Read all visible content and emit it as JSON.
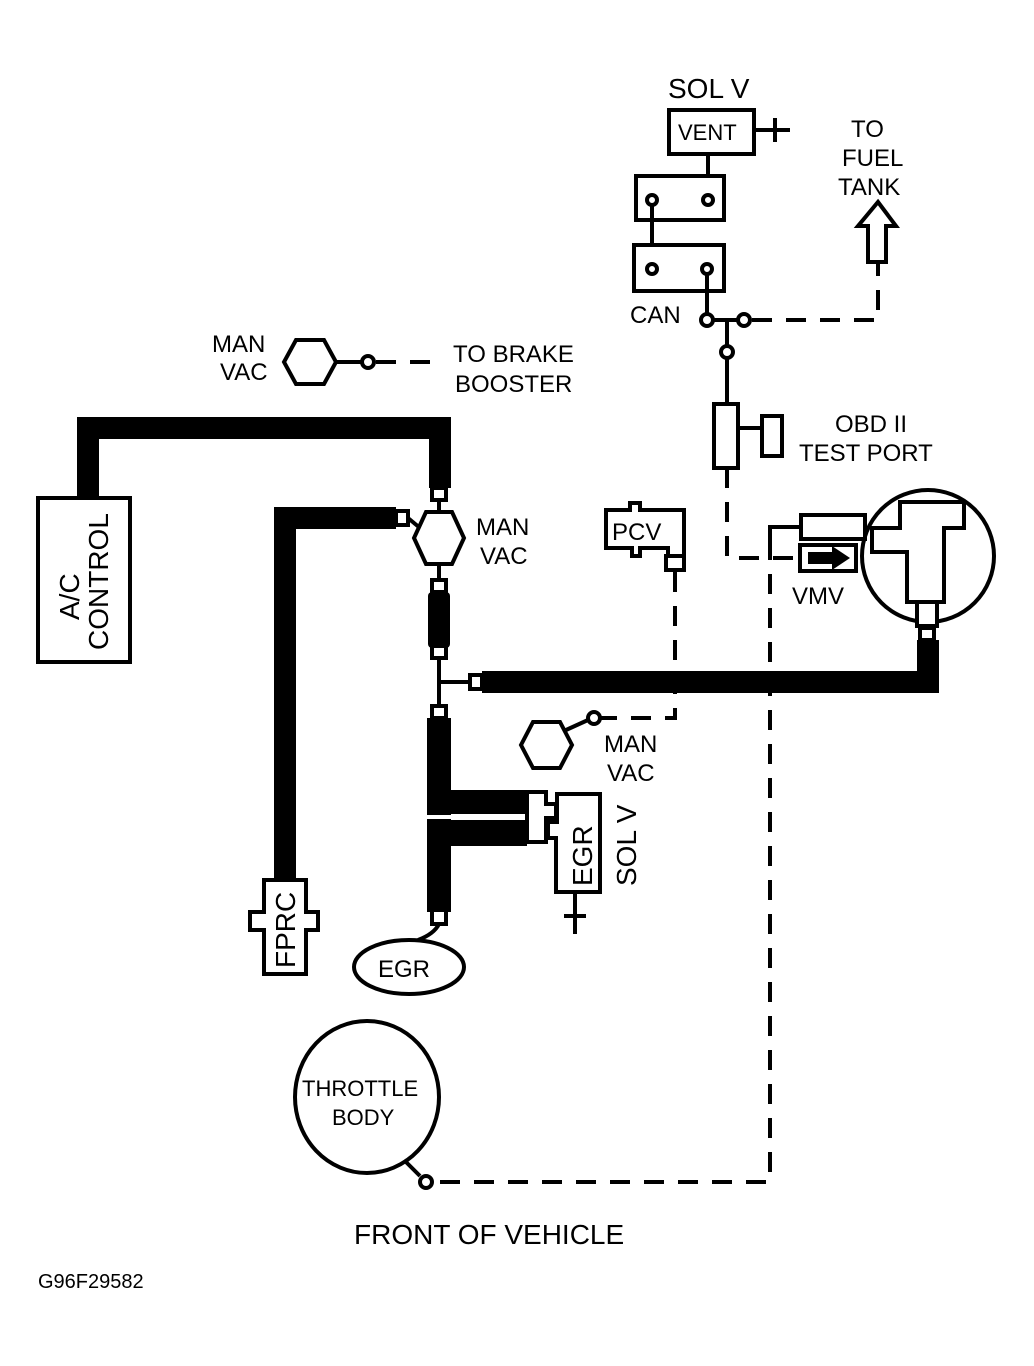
{
  "diagram": {
    "title": "FRONT OF VEHICLE",
    "figure_id": "G96F29582",
    "components": {
      "sol_v_vent_label": "SOL V",
      "vent": "VENT",
      "can": "CAN",
      "to_fuel_tank": [
        "TO",
        "FUEL",
        "TANK"
      ],
      "man_vac_top": [
        "MAN",
        "VAC"
      ],
      "to_brake_booster": [
        "TO BRAKE",
        "BOOSTER"
      ],
      "obd_test_port": [
        "OBD II",
        "TEST PORT"
      ],
      "man_vac_center": [
        "MAN",
        "VAC"
      ],
      "pcv": "PCV",
      "vmv": "VMV",
      "ac_control": [
        "A/C",
        "CONTROL"
      ],
      "man_vac_lower": [
        "MAN",
        "VAC"
      ],
      "egr_sol_v": "EGR",
      "egr_sol_v_label": "SOL V",
      "fprc": "FPRC",
      "egr": "EGR",
      "throttle_body": [
        "THROTTLE",
        "BODY"
      ]
    },
    "power_symbol": "+"
  }
}
